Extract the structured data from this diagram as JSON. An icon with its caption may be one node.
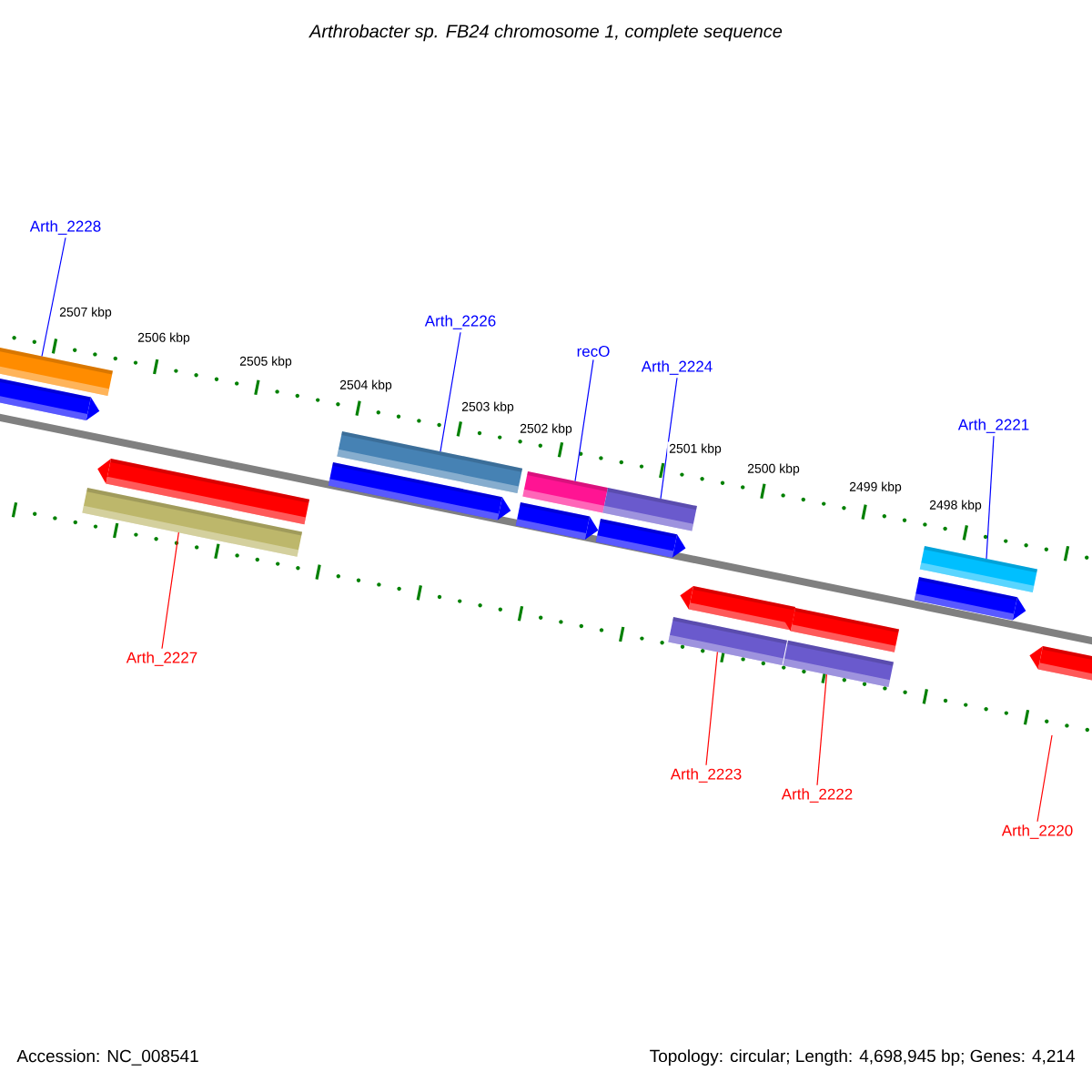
{
  "diagram": {
    "title": "Arthrobacter sp. FB24 chromosome 1, complete sequence",
    "nodes": [
      {
        "text": [
          "Arth_2228"
        ]
      },
      {
        "text": [
          "Arth_2226"
        ]
      },
      {
        "text": [
          "recO"
        ]
      },
      {
        "text": [
          "Arth_2224"
        ]
      },
      {
        "text": [
          "Arth_2221"
        ]
      },
      {
        "text": [
          "Arth_2227"
        ]
      },
      {
        "text": [
          "Arth_2223"
        ]
      },
      {
        "text": [
          "Arth_2222"
        ]
      },
      {
        "text": [
          "Arth_2220"
        ]
      },
      {
        "text": [],
        "shape": "bar"
      },
      {
        "text": [],
        "shape": "bar"
      },
      {
        "text": [],
        "shape": "bar"
      },
      {
        "text": [],
        "shape": "bar"
      },
      {
        "text": [],
        "shape": "bar"
      },
      {
        "text": [],
        "shape": "bar"
      },
      {
        "text": [],
        "shape": "bar"
      },
      {
        "text": [],
        "shape": "bar"
      },
      {
        "text": [],
        "shape": "bar"
      },
      {
        "text": [],
        "shape": "bar"
      },
      {
        "text": [],
        "shape": "bar"
      },
      {
        "text": [],
        "shape": "bar"
      },
      {
        "text": [],
        "shape": "bar"
      },
      {
        "text": [],
        "shape": "bar"
      },
      {
        "text": [],
        "shape": "bar"
      },
      {
        "text": [],
        "shape": "bar"
      },
      {
        "text": [],
        "shape": "bar"
      }
    ],
    "edges": [
      {
        "from": 0,
        "to": 9,
        "arrow": "none",
        "color": "#0000ff"
      },
      {
        "from": 1,
        "to": 14,
        "arrow": "none",
        "color": "#0000ff"
      },
      {
        "from": 2,
        "to": 16,
        "arrow": "none",
        "color": "#0000ff"
      },
      {
        "from": 3,
        "to": 18,
        "arrow": "none",
        "color": "#0000ff"
      },
      {
        "from": 4,
        "to": 24,
        "arrow": "none",
        "color": "#0000ff"
      },
      {
        "from": 5,
        "to": 11,
        "arrow": "none",
        "color": "#ff0000"
      },
      {
        "from": 6,
        "to": 19,
        "arrow": "none",
        "color": "#ff0000"
      },
      {
        "from": 7,
        "to": 21,
        "arrow": "none",
        "color": "#ff0000"
      },
      {
        "from": 8,
        "to": null,
        "arrow": "none",
        "color": "#ff0000"
      }
    ],
    "labels": [
      "2507 kbp",
      "2506 kbp",
      "2505 kbp",
      "2504 kbp",
      "2503 kbp",
      "2502 kbp",
      "2501 kbp",
      "2500 kbp",
      "2499 kbp",
      "2498 kbp",
      "Accession: NC_008541",
      "Topology: circular; Length: 4,698,945 bp; Genes: 4,214"
    ]
  }
}
